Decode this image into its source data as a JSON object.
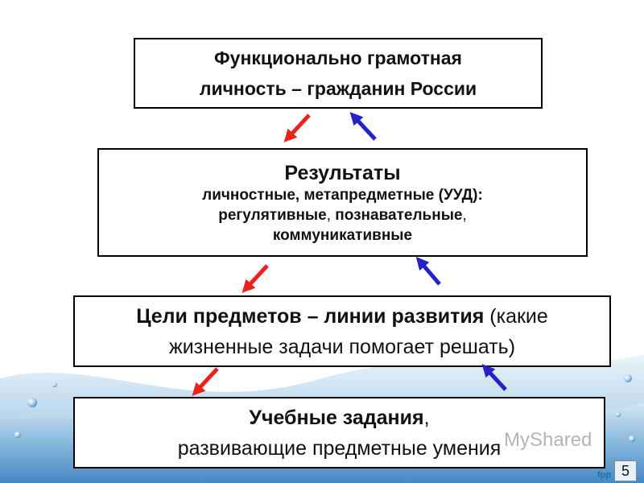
{
  "boxes": {
    "top": {
      "line1": "Функционально грамотная",
      "line2": "личность – гражданин России"
    },
    "results": {
      "title": "Результаты",
      "line1": "личностные, метапредметные (УУД):",
      "line2a": "регулятивные",
      "line2b": ", ",
      "line2c": "познавательные",
      "line2d": ",",
      "line3": "коммуникативные"
    },
    "goals": {
      "bold": "Цели предметов – линии развития",
      "rest1": " (какие",
      "line2": "жизненные задачи помогает решать)"
    },
    "tasks": {
      "bold": "Учебные задания",
      "rest1": ",",
      "line2": "развивающие предметные умения"
    }
  },
  "arrows": {
    "down_color": "#e8231c",
    "up_color": "#2323c8"
  },
  "watermark": "MyShared",
  "slide_number": "5",
  "footer_logo": "fpp"
}
